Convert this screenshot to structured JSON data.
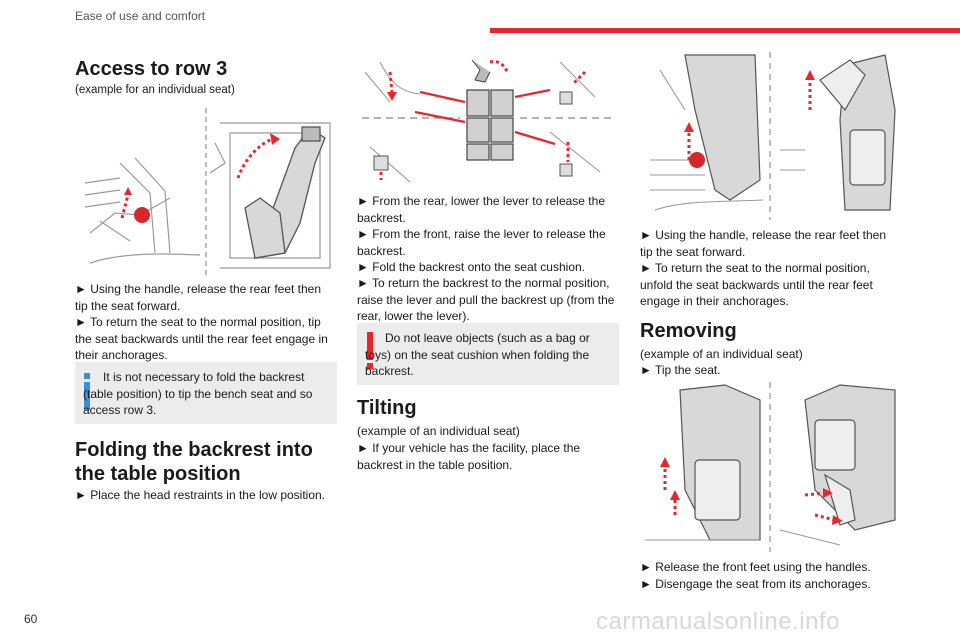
{
  "header": {
    "section_title": "Ease of use and comfort"
  },
  "page_number": "60",
  "watermark": "carmanualsonline.info",
  "col1": {
    "title": "Access to row 3",
    "caption": "(example for an individual seat)",
    "steps": [
      "► Using the handle, release the rear feet then tip the seat forward.",
      "► To return the seat to the normal position, tip the seat backwards until the rear feet engage in their anchorages."
    ],
    "info_note": "It is not necessary to fold the backrest (table position) to tip the bench seat and so access row 3.",
    "section2_title_line1": "Folding the backrest into",
    "section2_title_line2": "the table position",
    "section2_step": "► Place the head restraints in the low position."
  },
  "col2": {
    "steps": [
      "► From the rear, lower the lever to release the backrest.",
      "► From the front, raise the lever to release the backrest.",
      "► Fold the backrest onto the seat cushion.",
      "► To return the backrest to the normal position, raise the lever and pull the backrest up (from the rear, lower the lever)."
    ],
    "warning_note": "Do not leave objects (such as a bag or toys) on the seat cushion when folding the backrest.",
    "tilting_title": "Tilting",
    "tilting_caption": "(example of an individual seat)",
    "tilting_step": "► If your vehicle has the facility, place the backrest in the table position."
  },
  "col3": {
    "steps": [
      "► Using the handle, release the rear feet then tip the seat forward.",
      "► To return the seat to the normal position, unfold the seat backwards until the rear feet engage in their anchorages."
    ],
    "removing_title": "Removing",
    "removing_caption": "(example of an individual seat)",
    "removing_step": "► Tip the seat.",
    "final_steps": [
      "► Release the front feet using the handles.",
      "► Disengage the seat from its anchorages."
    ]
  },
  "colors": {
    "accent_red": "#e8262d",
    "info_blue": "#3b8fd6",
    "note_bg": "#ececec"
  }
}
